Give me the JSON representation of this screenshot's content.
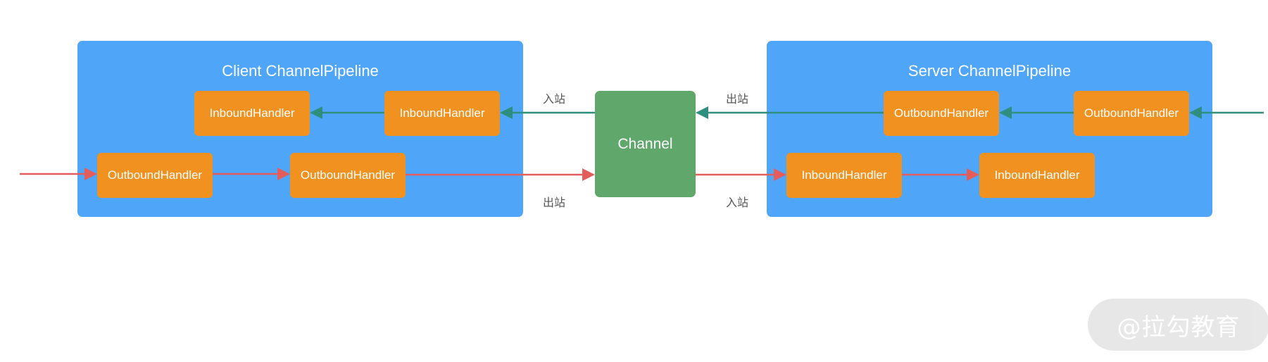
{
  "client_pipeline": {
    "title": "Client ChannelPipeline",
    "inbound_handlers": [
      "InboundHandler",
      "InboundHandler"
    ],
    "outbound_handlers": [
      "OutboundHandler",
      "OutboundHandler"
    ]
  },
  "server_pipeline": {
    "title": "Server ChannelPipeline",
    "outbound_handlers": [
      "OutboundHandler",
      "OutboundHandler"
    ],
    "inbound_handlers": [
      "InboundHandler",
      "InboundHandler"
    ]
  },
  "channel": {
    "label": "Channel"
  },
  "direction_labels": {
    "client_inbound": "入站",
    "client_outbound": "出站",
    "server_outbound": "出站",
    "server_inbound": "入站"
  },
  "colors": {
    "pipeline": "#4fa5f8",
    "handler": "#f19120",
    "channel": "#5fa76a",
    "inbound_arrow": "#2f8f7f",
    "outbound_arrow": "#e35d5d"
  },
  "watermark": {
    "text": "@拉勾教育"
  }
}
